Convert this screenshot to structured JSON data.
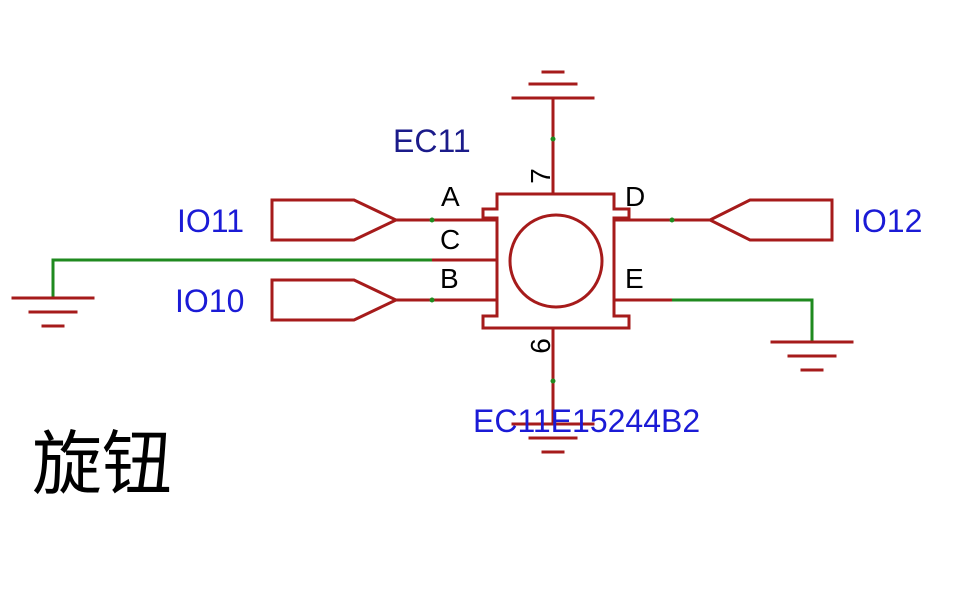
{
  "component": {
    "designator": "EC11",
    "part_number": "EC11E15244B2",
    "pins": {
      "a": "A",
      "b": "B",
      "c": "C",
      "d": "D",
      "e": "E",
      "top": "7",
      "bottom": "6"
    }
  },
  "nets": {
    "io11": "IO11",
    "io10": "IO10",
    "io12": "IO12"
  },
  "title": "旋钮",
  "colors": {
    "wire": "#a61b1b",
    "ground_wire": "#1f8a1f",
    "net_label": "#1b1bd6",
    "designator": "#1b1b8a"
  }
}
